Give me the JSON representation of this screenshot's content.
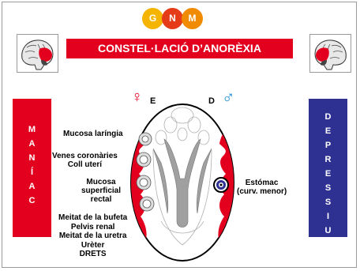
{
  "logo": {
    "letters": [
      "G",
      "N",
      "M"
    ]
  },
  "title": "CONSTEL·LACIÓ D’ANORÈXIA",
  "side_labels": {
    "left": [
      "M",
      "A",
      "N",
      "Í",
      "A",
      "C"
    ],
    "right": [
      "D",
      "E",
      "P",
      "R",
      "E",
      "S",
      "S",
      "I",
      "U"
    ]
  },
  "markers": {
    "female_symbol": "♀",
    "female_letter": "E",
    "male_letter": "D",
    "male_symbol": "♂"
  },
  "labels": {
    "mucosa_laringia": "Mucosa laríngia",
    "venes_line1": "Venes coronàries",
    "venes_line2": "Coll uterí",
    "mucosa_sup_line1": "Mucosa",
    "mucosa_sup_line2": "superficial",
    "mucosa_sup_line3": "rectal",
    "bottom_line1": "Meitat de la bufeta",
    "bottom_line2": "Pelvis renal",
    "bottom_line3": "Meitat de la uretra",
    "bottom_line4": "Urèter",
    "bottom_line5": "DRETS",
    "estomac_line1": "Estómac",
    "estomac_line2": "(curv. menor)"
  },
  "colors": {
    "red": "#e3001f",
    "blue": "#2e3192",
    "gray": "#a0a0a0"
  }
}
